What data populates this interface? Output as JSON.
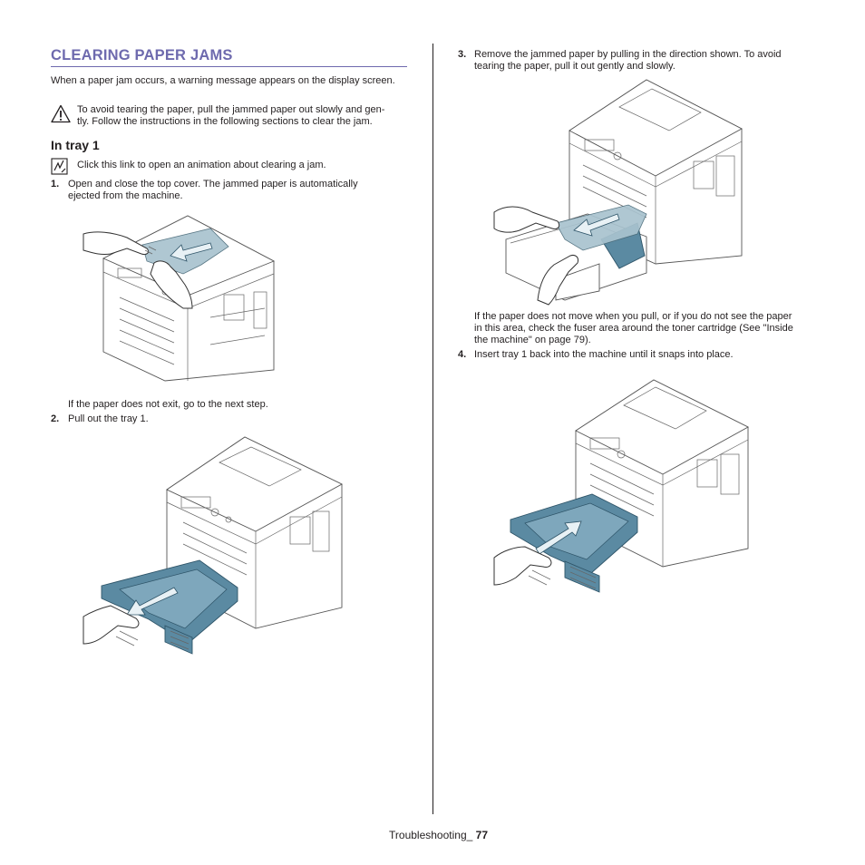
{
  "section_title": "CLEARING PAPER JAMS",
  "intro": "When a paper jam occurs, a warning message appears on the display screen.",
  "caution": {
    "icon": "caution-triangle-icon",
    "line1": "To avoid tearing the paper, pull the jammed paper out slowly and gen-",
    "line2": "tly. Follow the instructions in the following sections to clear the jam."
  },
  "subsection_title": "In tray 1",
  "animation_note": {
    "icon": "animation-link-icon",
    "text": "Click this link to open an animation about clearing a jam."
  },
  "steps": [
    {
      "num": "1.",
      "line1": "Open and close the top cover. The jammed paper is automatically",
      "line2": "ejected from the machine."
    },
    {
      "num": "2.",
      "line1": "Pull out the tray 1."
    },
    {
      "num": "3.",
      "line1": "Remove the jammed paper by pulling in the direction shown. To avoid",
      "line2": "tearing the paper, pull it out gently and slowly."
    },
    {
      "num": "4.",
      "line1": "Insert tray 1 back into the machine until it snaps into place."
    }
  ],
  "step1_note": "If the paper does not exit, go to the next step.",
  "step3_note": {
    "line1": "If the paper does not move when you pull, or if you do not see the paper",
    "line2": "in this area, check the fuser area around the toner cartridge (See \"Inside",
    "line3": "the machine\" on page 79)."
  },
  "footer": {
    "label": "Troubleshooting_ ",
    "page": "77"
  },
  "colors": {
    "heading": "#6e6aae",
    "text": "#231f20",
    "tray": "#5b8aa2"
  }
}
